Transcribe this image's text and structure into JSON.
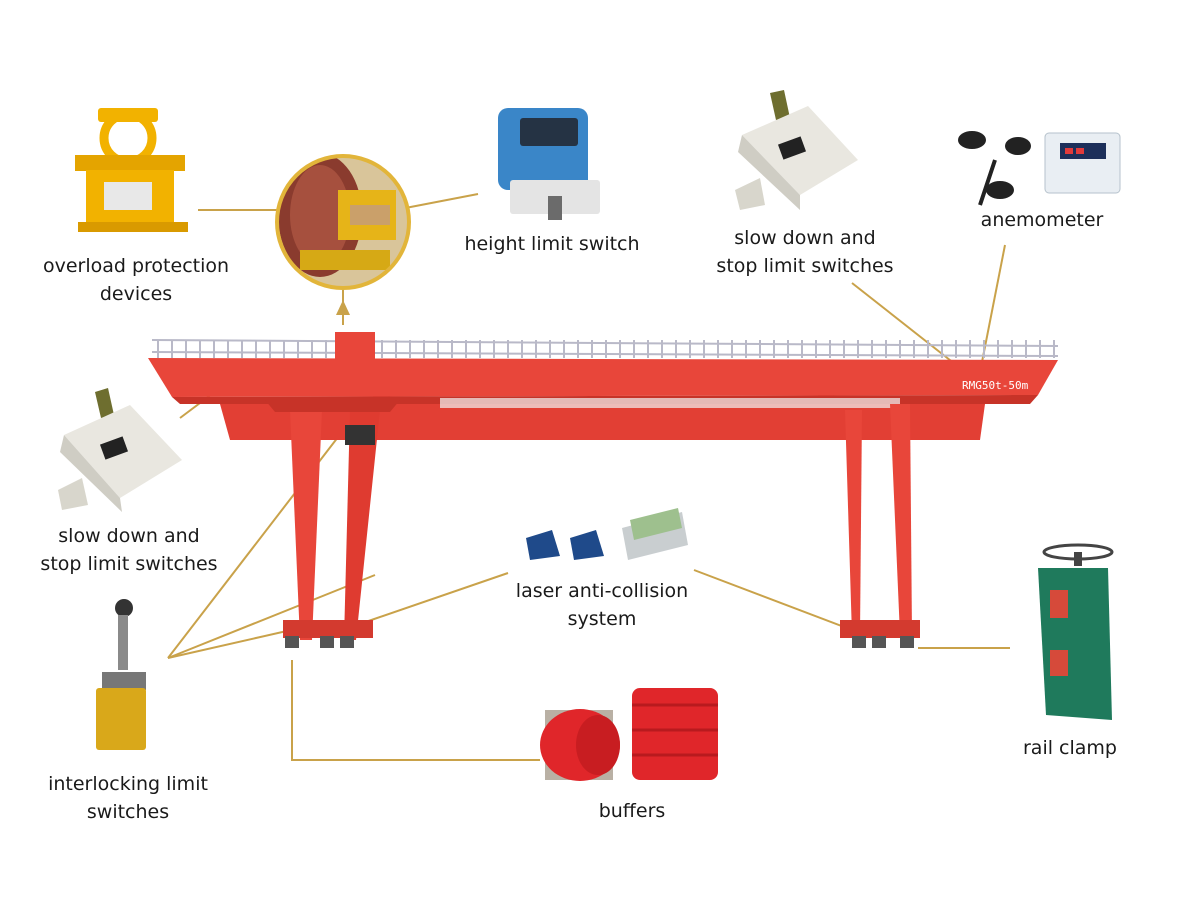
{
  "diagram": {
    "crane_plate": "RMG50t-50m",
    "colors": {
      "crane": "#e8463a",
      "crane_dark": "#c73328",
      "rail": "#c8c8d2",
      "leader": "#c9a24a",
      "yellow": "#f2b200",
      "red_buffer": "#e0262a",
      "clamp_green": "#1f7a5c",
      "blue_switch": "#3a86c8",
      "switch_body": "#e9e7e0"
    },
    "labels": {
      "overload": [
        "overload protection",
        "devices"
      ],
      "height_limit": [
        "height limit switch"
      ],
      "slow_down_top": [
        "slow down and",
        "stop limit switches"
      ],
      "anemometer": [
        "anemometer"
      ],
      "slow_down_left": [
        "slow down and",
        "stop limit switches"
      ],
      "laser": [
        "laser anti-collision",
        "system"
      ],
      "interlocking": [
        "interlocking limit",
        "switches"
      ],
      "buffers": [
        "buffers"
      ],
      "rail_clamp": [
        "rail clamp"
      ]
    }
  }
}
